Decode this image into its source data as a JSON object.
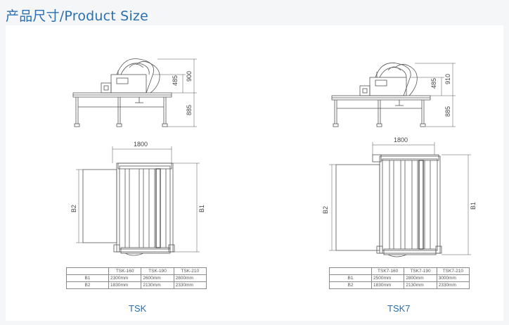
{
  "page": {
    "title": "产品尺寸/Product Size"
  },
  "colors": {
    "accent": "#2a6fb0",
    "drawing_line": "#555555",
    "background": "#f5f6f7"
  },
  "tsk": {
    "label": "TSK",
    "side_view": {
      "dim_top": "485",
      "dim_total": "900",
      "dim_base": "885"
    },
    "top_view": {
      "dim_width": "1800",
      "dim_b1": "B1",
      "dim_b2": "B2"
    },
    "table": {
      "headers": [
        "",
        "TSK-160",
        "TSK-190",
        "TSK-210"
      ],
      "rows": [
        {
          "label": "B1",
          "values": [
            "2300mm",
            "2600mm",
            "2800mm"
          ]
        },
        {
          "label": "B2",
          "values": [
            "1830mm",
            "2130mm",
            "2330mm"
          ]
        }
      ]
    }
  },
  "tsk7": {
    "label": "TSK7",
    "side_view": {
      "dim_top": "485",
      "dim_total": "910",
      "dim_base": "885"
    },
    "top_view": {
      "dim_width": "1800",
      "dim_b1": "B1",
      "dim_b2": "B2"
    },
    "table": {
      "headers": [
        "",
        "TSK7-160",
        "TSK7-190",
        "TSK7-210"
      ],
      "rows": [
        {
          "label": "B1",
          "values": [
            "2500mm",
            "2800mm",
            "3000mm"
          ]
        },
        {
          "label": "B2",
          "values": [
            "1830mm",
            "2130mm",
            "2330mm"
          ]
        }
      ]
    }
  }
}
